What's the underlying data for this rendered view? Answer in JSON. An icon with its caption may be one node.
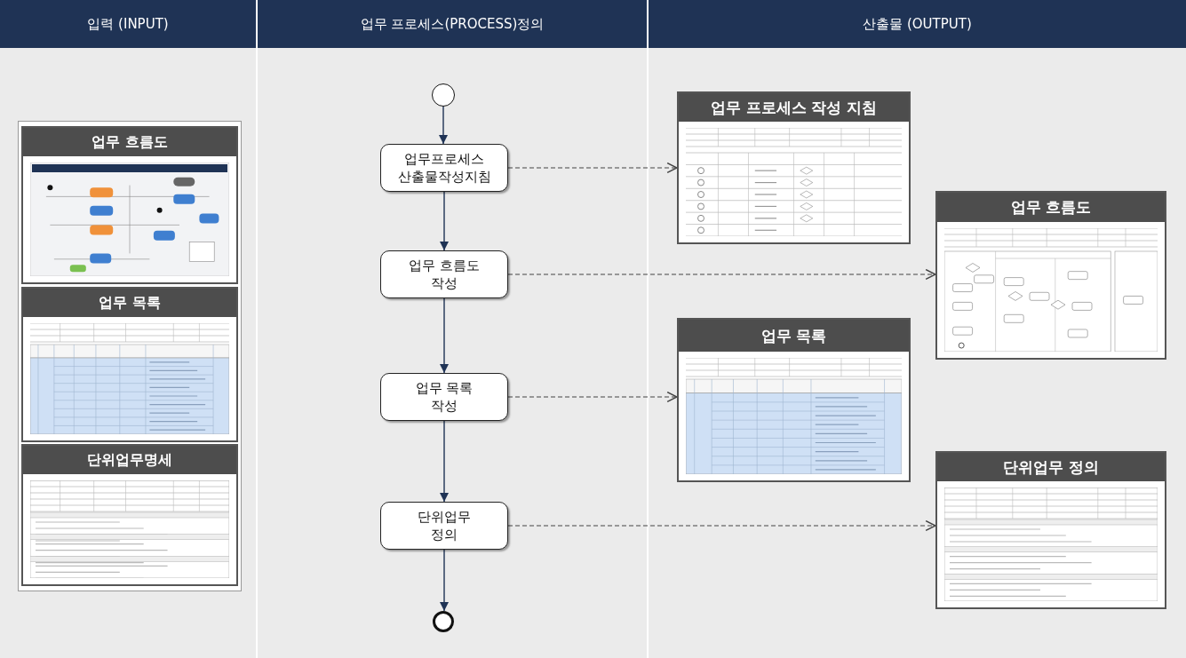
{
  "diagram": {
    "nodes": [
      {
        "text": [
          "입력 (INPUT)"
        ]
      },
      {
        "text": [
          "업무 프로세스(PROCESS)정의"
        ]
      },
      {
        "text": [
          "산출물 (OUTPUT)"
        ]
      },
      {
        "text": [
          "업무 흐름도"
        ]
      },
      {
        "text": [
          "업무 목록"
        ]
      },
      {
        "text": [
          "단위업무명세"
        ]
      },
      {
        "text": [],
        "shape": "circle"
      },
      {
        "text": [
          "업무프로세스 산출물작성지침"
        ]
      },
      {
        "text": [
          "업무 흐름도 작성"
        ]
      },
      {
        "text": [
          "업무 목록 작성"
        ]
      },
      {
        "text": [
          "단위업무 정의"
        ]
      },
      {
        "text": [],
        "shape": "circle"
      },
      {
        "text": [
          "업무 프로세스 작성 지침"
        ]
      },
      {
        "text": [
          "업무 흐름도"
        ]
      },
      {
        "text": [
          "업무 목록"
        ]
      },
      {
        "text": [
          "단위업무 정의"
        ]
      }
    ],
    "edges": [
      {
        "from": 6,
        "to": 7,
        "arrow": "to"
      },
      {
        "from": 7,
        "to": 8,
        "arrow": "to"
      },
      {
        "from": 8,
        "to": 9,
        "arrow": "to"
      },
      {
        "from": 9,
        "to": 10,
        "arrow": "to"
      },
      {
        "from": 10,
        "to": 11,
        "arrow": "to"
      },
      {
        "from": 7,
        "to": 12,
        "arrow": "to",
        "style": "dashed"
      },
      {
        "from": 8,
        "to": 13,
        "arrow": "to",
        "style": "dashed"
      },
      {
        "from": 9,
        "to": 14,
        "arrow": "to",
        "style": "dashed"
      },
      {
        "from": 10,
        "to": 15,
        "arrow": "to",
        "style": "dashed"
      }
    ]
  }
}
